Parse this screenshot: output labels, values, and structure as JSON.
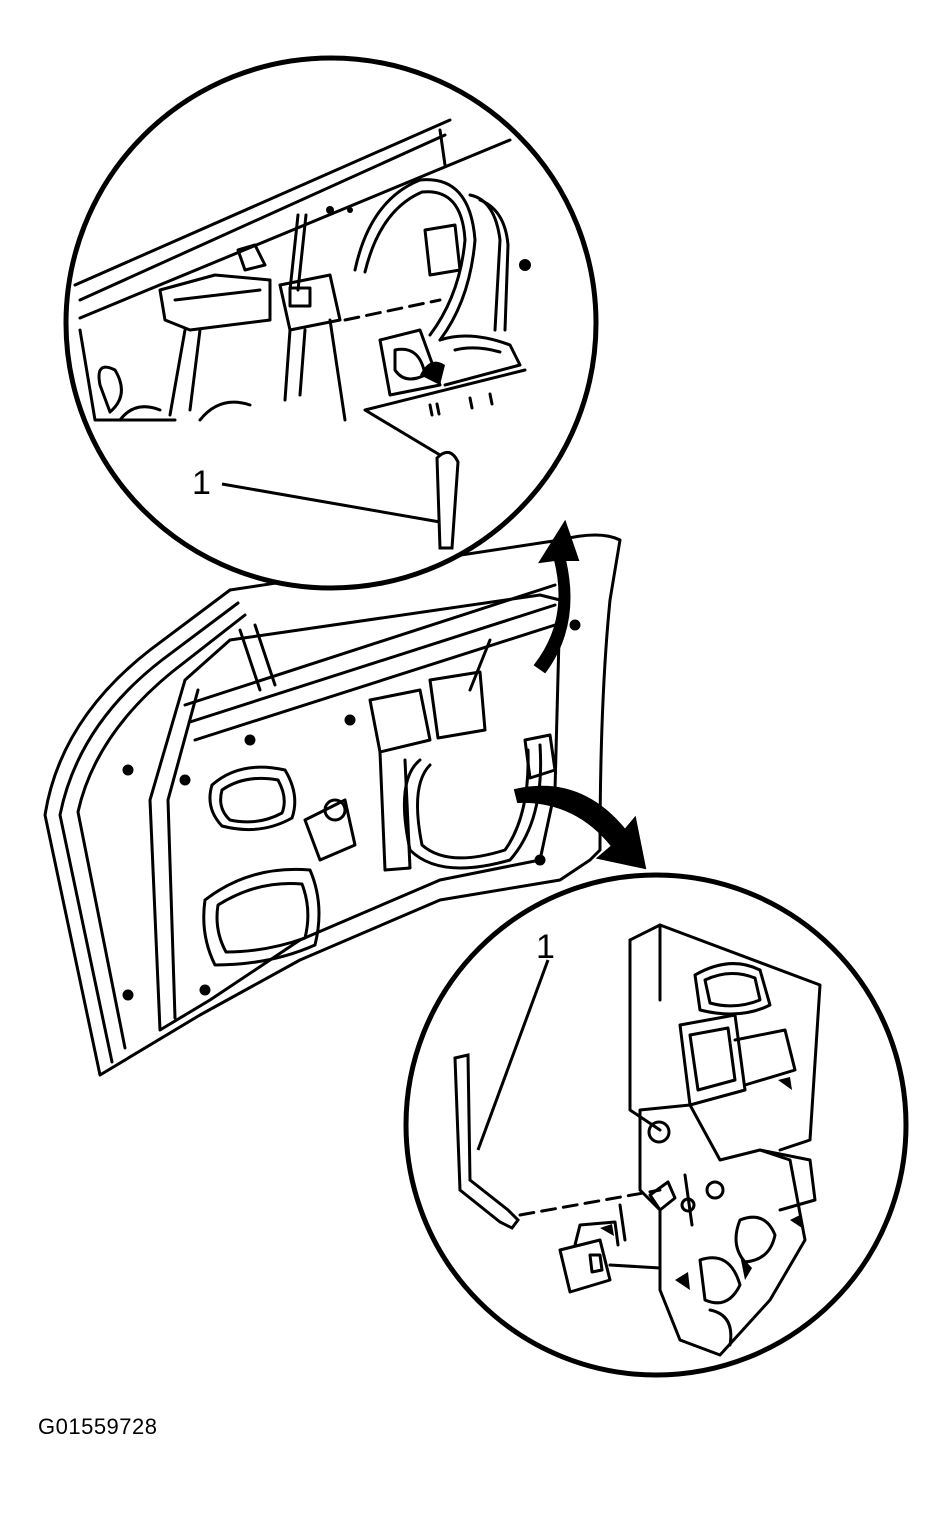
{
  "callouts": {
    "top": "1",
    "bottom": "1"
  },
  "figure_id": "G01559728",
  "colors": {
    "ink": "#000000",
    "paper": "#ffffff"
  }
}
